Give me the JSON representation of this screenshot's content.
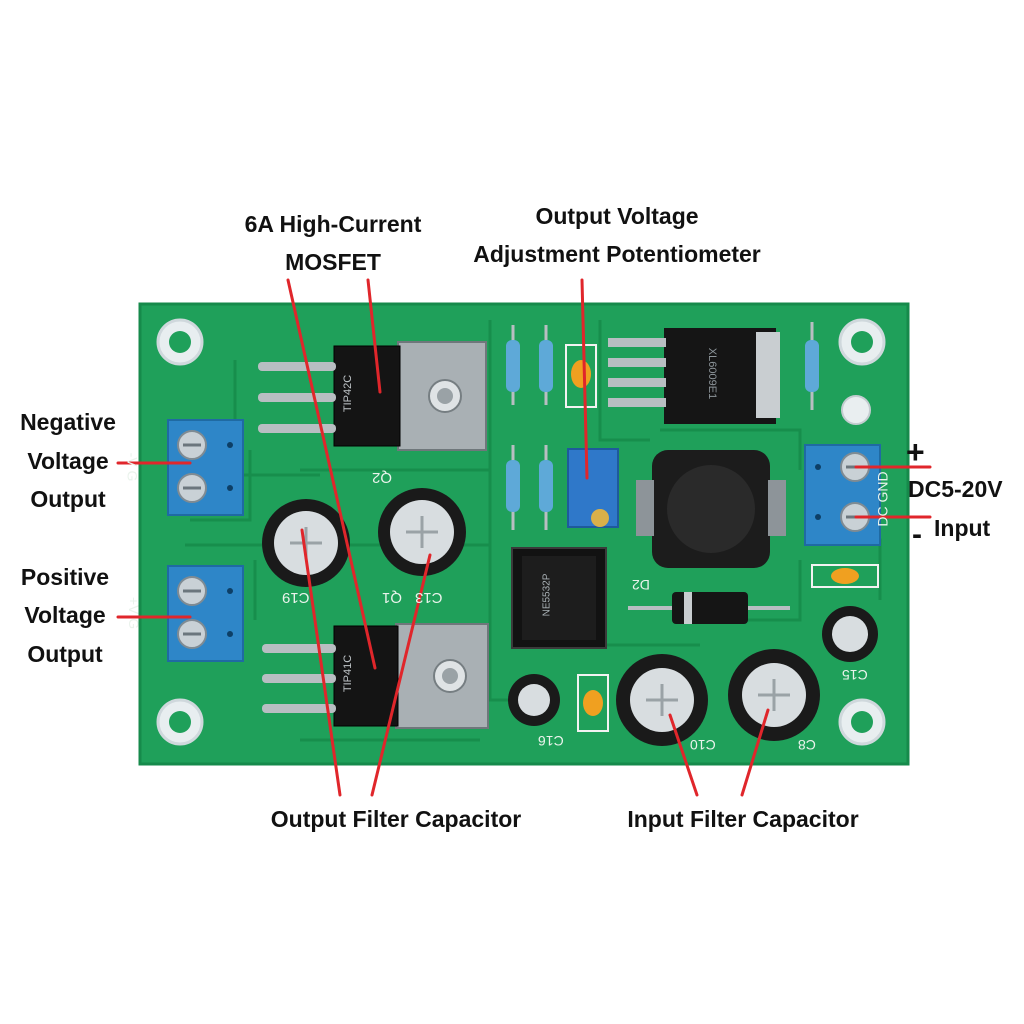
{
  "labels": {
    "mosfet_line1": "6A High-Current",
    "mosfet_line2": "MOSFET",
    "pot_line1": "Output Voltage",
    "pot_line2": "Adjustment Potentiometer",
    "neg_line1": "Negative",
    "neg_line2": "Voltage",
    "neg_line3": "Output",
    "pos_line1": "Positive",
    "pos_line2": "Voltage",
    "pos_line3": "Output",
    "input_plus": "+",
    "input_range": "DC5-20V",
    "input_minus": "-",
    "input_word": "Input",
    "out_filter": "Output Filter Capacitor",
    "in_filter": "Input Filter Capacitor"
  },
  "silkscreen": {
    "q2": "Q2",
    "q1": "Q1",
    "c19": "C19",
    "c13": "C13",
    "c16": "C16",
    "c10": "C10",
    "c8": "C8",
    "c15": "C15",
    "d2": "D2",
    "neg_terminal": "-V  G",
    "pos_terminal": "+V  G",
    "in_terminal": "DC  GND",
    "top_transistor": "TIP42C",
    "bottom_transistor": "TIP41C",
    "regulator": "XL6009E1",
    "opamp": "NE5532P"
  },
  "colors": {
    "pcb": "#1fa05a",
    "pcb_edge": "#168a4b",
    "terminal": "#2e86c8",
    "callout": "#e0262b"
  }
}
